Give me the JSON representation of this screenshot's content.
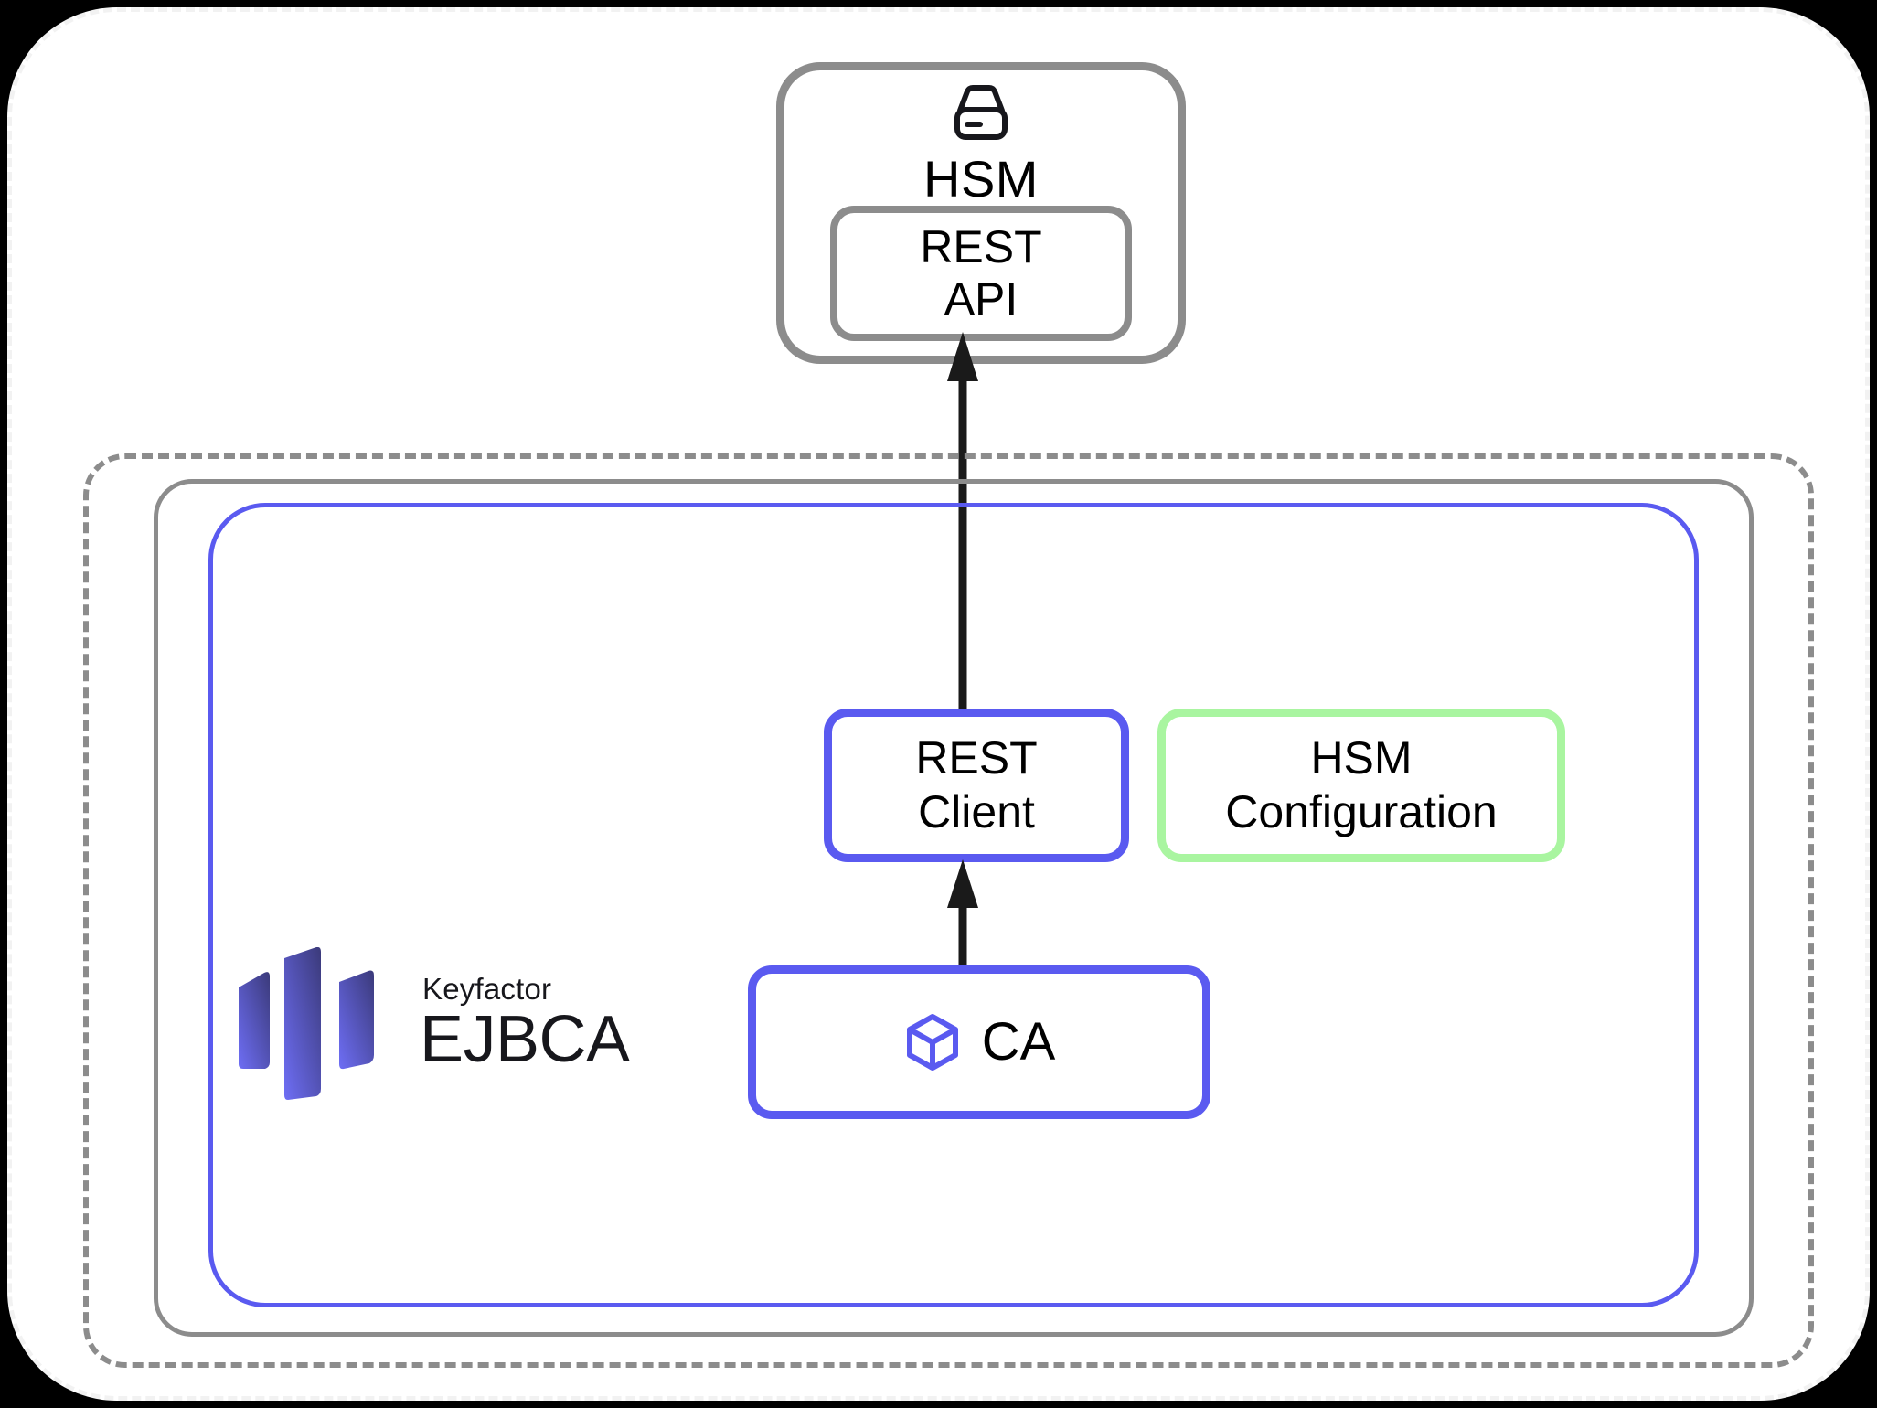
{
  "diagram": {
    "title": "EJBCA HSM REST integration architecture",
    "background_color": "#000000",
    "card_color": "#ffffff"
  },
  "colors": {
    "gray_border": "#8c8c8c",
    "blue_accent": "#5a5af0",
    "green_accent": "#a9f5a0",
    "arrow_black": "#1a1a1a",
    "logo_gradient_start": "#6e6ef5",
    "logo_gradient_end": "#3b3a7a",
    "text_black": "#000000"
  },
  "hsm": {
    "icon_name": "hard-drive-icon",
    "label": "HSM",
    "rest_api": {
      "line1": "REST",
      "line2": "API"
    }
  },
  "ejbca": {
    "logo": {
      "brand": "Keyfactor",
      "product": "EJBCA",
      "mark_name": "keyfactor-logo-mark"
    },
    "rest_client": {
      "line1": "REST",
      "line2": "Client"
    },
    "hsm_configuration": {
      "line1": "HSM",
      "line2": "Configuration"
    },
    "ca": {
      "icon_name": "cube-icon",
      "label": "CA"
    }
  },
  "connections": [
    {
      "name": "ca-to-rest-client",
      "from": "CA",
      "to": "REST Client",
      "direction": "up",
      "style": "solid-black-arrow"
    },
    {
      "name": "rest-client-to-rest-api",
      "from": "REST Client",
      "to": "REST API",
      "direction": "up",
      "style": "solid-black-arrow"
    }
  ],
  "containers": [
    {
      "name": "dashed-boundary",
      "style": "dashed",
      "color": "#8c8c8c"
    },
    {
      "name": "gray-boundary",
      "style": "solid",
      "color": "#8c8c8c"
    },
    {
      "name": "ejbca-boundary",
      "style": "solid",
      "color": "#5a5af0"
    }
  ]
}
